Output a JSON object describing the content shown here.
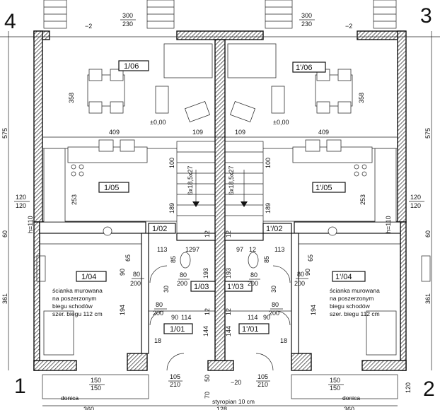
{
  "corners": [
    "1",
    "2",
    "3",
    "4"
  ],
  "rooms": {
    "left": [
      "1/06",
      "1/05",
      "1/04",
      "1/03",
      "1/02",
      "1/01"
    ],
    "right": [
      "1'/06",
      "1'/05",
      "1'/04",
      "1'/03",
      "1'/02",
      "1'/01"
    ]
  },
  "levels": {
    "left": "±0,00",
    "right": "±0,00",
    "top_left": "−2",
    "top_right": "−2",
    "bottom": "−20"
  },
  "windows": {
    "top_left": [
      "300",
      "230"
    ],
    "top_right": [
      "300",
      "230"
    ],
    "side_left": [
      "120",
      "120"
    ],
    "side_right": [
      "120",
      "120"
    ],
    "bottom_left": [
      "150",
      "150"
    ],
    "bottom_right": [
      "150",
      "150"
    ]
  },
  "doors": {
    "d1": [
      "80",
      "200"
    ],
    "d2": [
      "80",
      "200"
    ],
    "d3": [
      "80",
      "200"
    ],
    "d4": [
      "80",
      "200"
    ],
    "d5": [
      "80",
      "200"
    ],
    "d6": [
      "80",
      "200"
    ],
    "entry_left": [
      "105",
      "210"
    ],
    "entry_right": [
      "105",
      "210"
    ]
  },
  "dims": {
    "d358": "358",
    "d409": "409",
    "d109": "109",
    "d100": "100",
    "d253": "253",
    "d189": "189",
    "d113": "113",
    "d65": "65",
    "d90": "90",
    "d30": "30",
    "d194": "194",
    "d114": "114",
    "d18": "18",
    "d12": "12",
    "d97": "97",
    "d85": "85",
    "d193": "193",
    "d144": "144",
    "d50": "50",
    "d70": "70",
    "d575": "575",
    "d361": "361",
    "d60": "60",
    "d120": "120",
    "d360": "360",
    "d128": "128",
    "stairs": "6x18,5x27",
    "h110": "h=110"
  },
  "notes": {
    "wall_note": [
      "ścianka murowana",
      "na poszerzonym",
      "biegu schodów",
      "szer. biegu   112 cm"
    ],
    "donica": "donica",
    "styropian": "styropian 10 cm"
  }
}
